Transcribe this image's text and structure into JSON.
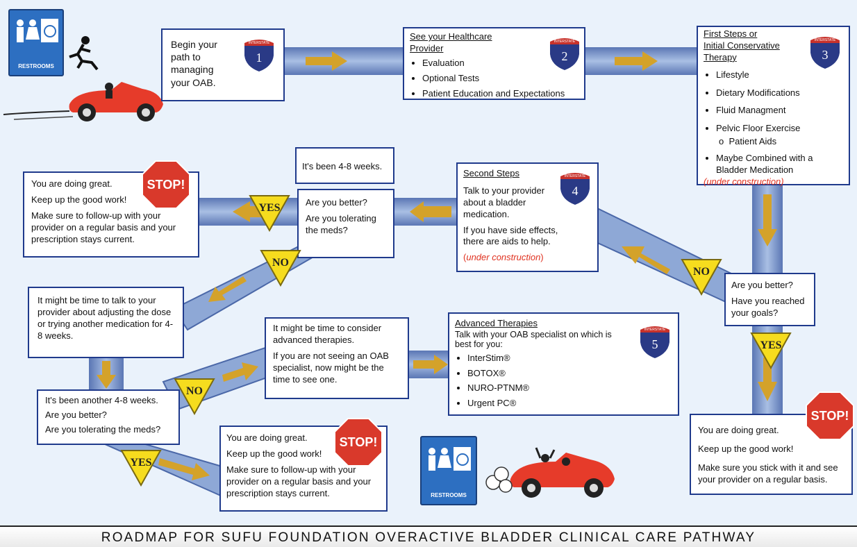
{
  "start_box": {
    "text": "Begin your path to managing your OAB."
  },
  "shields": {
    "label": "INTERSTATE",
    "n1": "1",
    "n2": "2",
    "n3": "3",
    "n4": "4",
    "n5": "5"
  },
  "box2": {
    "heading1": "See your Healthcare",
    "heading2": "Provider",
    "items": [
      "Evaluation",
      "Optional Tests",
      "Patient Education and Expectations"
    ]
  },
  "box3": {
    "heading1": "First Steps or",
    "heading2": "Initial Conservative",
    "heading3": "Therapy",
    "items": [
      "Lifestyle",
      "Dietary Modifications",
      "Fluid Managment",
      "Pelvic Floor Exercise",
      "Maybe Combined with a Bladder Medication"
    ],
    "subitem": "Patient Aids",
    "note": "(under construction)"
  },
  "box4": {
    "heading": "Second Steps",
    "p1": "Talk to your provider about a bladder medication.",
    "p2": "If you have side effects, there are aids to help.",
    "note": "under construction"
  },
  "weeks_box": {
    "text": "It's been 4-8 weeks."
  },
  "question_box1": {
    "p1": "Are you better?",
    "p2": "Are you tolerating the meds?"
  },
  "great_box1": {
    "p1": "You are doing great.",
    "p2": "Keep up the good work!",
    "p3": "Make sure to follow-up with your provider on a regular basis and your prescription stays current."
  },
  "right_question_box": {
    "p1": "Are you better?",
    "p2": "Have you reached your goals?"
  },
  "great_box_right": {
    "p1": "You are doing great.",
    "p2": "Keep up the good work!",
    "p3": "Make sure you stick with it and see your provider on a regular basis."
  },
  "adjust_box": {
    "text": "It might be time to talk to your provider about adjusting the dose or trying another medication for 4-8 weeks."
  },
  "another_box": {
    "p1": "It's been another 4-8 weeks.",
    "p2": "Are you better?",
    "p3": "Are you tolerating the meds?"
  },
  "advanced_consider_box": {
    "p1": "It might be time to consider advanced therapies.",
    "p2": "If you are not seeing an OAB specialist, now might be the time to see one."
  },
  "advanced_box": {
    "heading": "Advanced Therapies",
    "sub": "Talk with your OAB specialist on which is best for you:",
    "items": [
      "InterStim®",
      "BOTOX®",
      "NURO-PTNM®",
      "Urgent PC®"
    ]
  },
  "great_box_bottom": {
    "p1": "You are doing great.",
    "p2": "Keep up the good work!",
    "p3": "Make sure to follow-up with your provider on a regular basis and your prescription stays current."
  },
  "signs": {
    "stop": "STOP!",
    "yes": "YES",
    "no": "NO"
  },
  "restroom_label": "RESTROOMS",
  "footer_title": "ROADMAP FOR SUFU FOUNDATION OVERACTIVE BLADDER CLINICAL CARE PATHWAY",
  "colors": {
    "road": "#8ea8d6",
    "road_edge": "#4b68a8",
    "arrow": "#d4a22a",
    "box_border": "#1f3a8c",
    "shield_blue": "#2a3a86",
    "shield_red": "#c8322b",
    "stop_red": "#d9392b",
    "yield_yellow": "#f6dc1e",
    "car_red": "#e63b2a"
  }
}
